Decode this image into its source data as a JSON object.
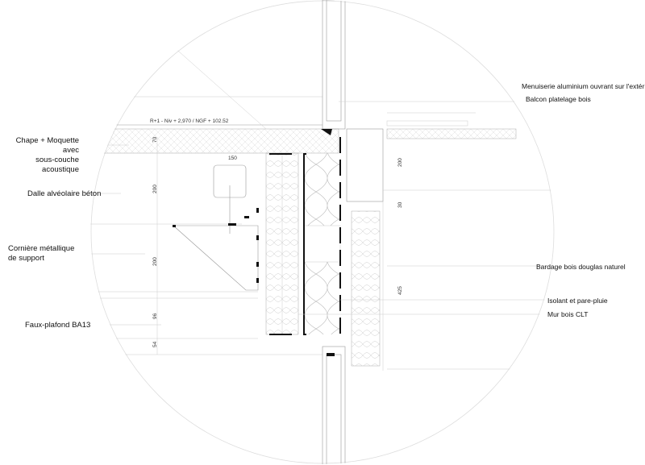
{
  "labels_left": [
    {
      "text": "Chape + Moquette avec\nsous-couche acoustique"
    },
    {
      "text": "Dalle alvéolaire béton"
    },
    {
      "text": "Cornière métallique\nde support"
    },
    {
      "text": "Faux-plafond BA13"
    }
  ],
  "labels_right": [
    {
      "text": "Menuiserie aluminium ouvrant sur l'extérieur"
    },
    {
      "text": "Balcon platelage bois"
    },
    {
      "text": "Bardage bois douglas naturel"
    },
    {
      "text": "Isolant et pare-pluie"
    },
    {
      "text": "Mur bois CLT"
    }
  ],
  "level_note": "R+1 - Niv + 2,970  /  NGF + 102.52",
  "dimensions": {
    "d70": "70",
    "d150": "150",
    "d200a": "200",
    "d200b": "200",
    "d96": "96",
    "d54": "54",
    "d200r": "200",
    "d30": "30",
    "d425": "425"
  }
}
